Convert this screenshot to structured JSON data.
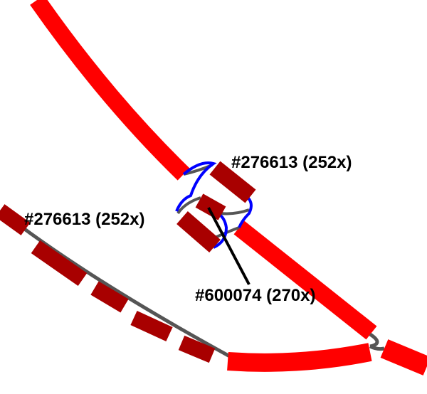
{
  "graph": {
    "labels": {
      "node_upper": "#276613 (252x)",
      "node_lower": "#276613 (252x)",
      "node_center": "#600074 (270x)"
    },
    "colors": {
      "background": "#ffffff",
      "contig_bright": "#ff0000",
      "contig_dark": "#a80000",
      "edge_gray": "#555555",
      "edge_highlight": "#0000ff",
      "label": "#000000"
    }
  }
}
